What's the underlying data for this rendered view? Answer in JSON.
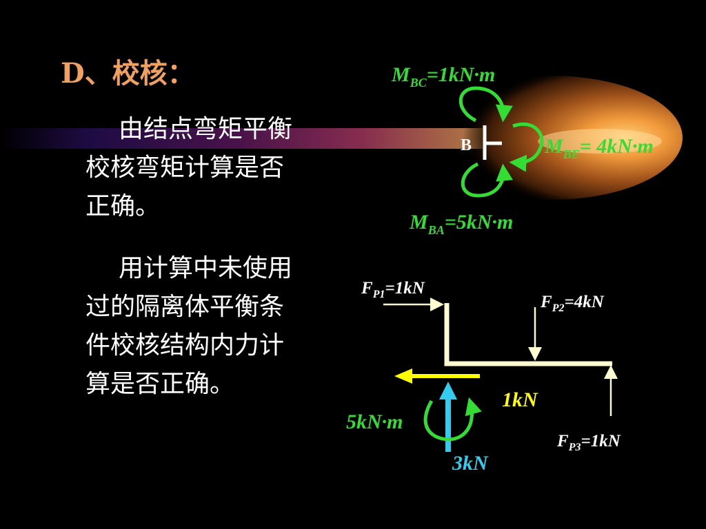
{
  "slide": {
    "heading": "D、校核：",
    "paragraph1": [
      "由结点弯矩平衡",
      "校核弯矩计算是否",
      "正确。"
    ],
    "paragraph2": [
      "用计算中未使用",
      "过的隔离体平衡条",
      "件校核结构内力计",
      "算是否正确。"
    ]
  },
  "joint_diagram": {
    "node_label": "B",
    "moment_bc": {
      "sym": "M",
      "sub": "BC",
      "rest": "=1kN·m"
    },
    "moment_be": {
      "sym": "M",
      "sub": "BE",
      "rest": "= 4kN·m"
    },
    "moment_ba": {
      "sym": "M",
      "sub": "BA",
      "rest": "=5kN·m"
    }
  },
  "free_body": {
    "fp1": {
      "sym": "F",
      "sub": "P1",
      "rest": "=1kN"
    },
    "fp2": {
      "sym": "F",
      "sub": "P2",
      "rest": "=4kN"
    },
    "fp3": {
      "sym": "F",
      "sub": "P3",
      "rest": "=1kN"
    },
    "reaction_horizontal": "1kN",
    "reaction_moment": "5kN·m",
    "reaction_vertical": "3kN"
  },
  "colors": {
    "heading": "#f0a060",
    "text": "#ffffff",
    "moment": "#33dd33",
    "frame": "#fffbd0",
    "horizontal_force": "#ffff00",
    "vertical_force": "#33ccee"
  }
}
